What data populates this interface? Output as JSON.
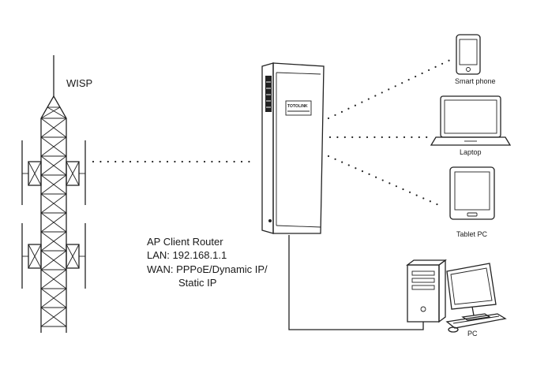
{
  "labels": {
    "wisp": "WISP",
    "router_lines": [
      "AP Client Router",
      "LAN: 192.168.1.1",
      "WAN: PPPoE/Dynamic IP/",
      "Static IP"
    ],
    "smartphone": "Smart phone",
    "laptop": "Laptop",
    "tablet": "Tablet PC",
    "pc": "PC",
    "router_logo": [
      "TOTO",
      "LINK"
    ]
  },
  "icons": [
    "wisp-tower-icon",
    "outdoor-router-icon",
    "smartphone-icon",
    "laptop-icon",
    "tablet-icon",
    "desktop-pc-icon"
  ],
  "colors": {
    "line": "#222222",
    "background": "#ffffff",
    "screen": "#f2f2f2"
  }
}
